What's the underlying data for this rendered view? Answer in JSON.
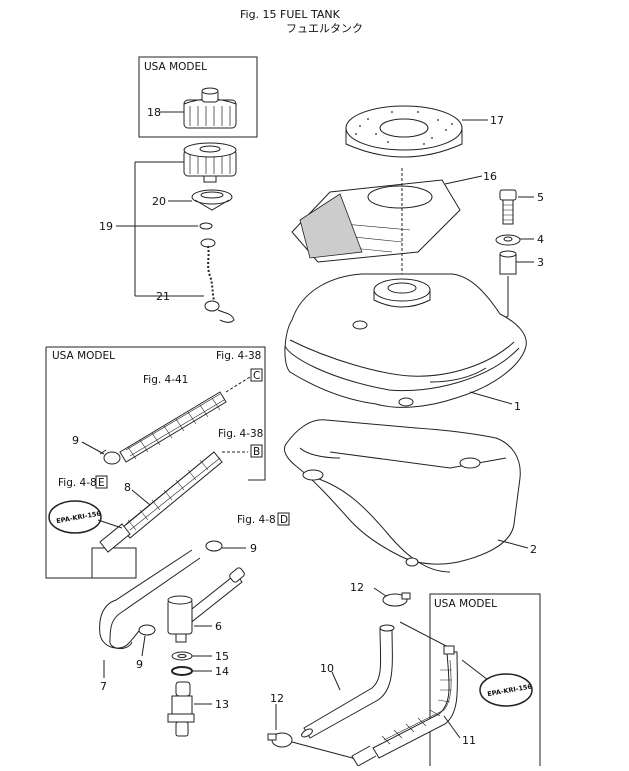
{
  "header": {
    "title": "Fig. 15 FUEL TANK",
    "subtitle": "フュエルタンク"
  },
  "panels": {
    "usa_cap": "USA MODEL",
    "usa_hose": "USA MODEL",
    "usa_line": "USA MODEL"
  },
  "part_numbers": {
    "p1": "1",
    "p2": "2",
    "p3": "3",
    "p4": "4",
    "p5": "5",
    "p6": "6",
    "p7": "7",
    "p8": "8",
    "p9a": "9",
    "p9b": "9",
    "p9c": "9",
    "p10": "10",
    "p11": "11",
    "p12a": "12",
    "p12b": "12",
    "p13": "13",
    "p14": "14",
    "p15": "15",
    "p16": "16",
    "p17": "17",
    "p18": "18",
    "p19": "19",
    "p20": "20",
    "p21": "21"
  },
  "fig_refs": {
    "ref_438_top": "Fig. 4-38",
    "ref_441": "Fig. 4-41",
    "ref_438_mid": "Fig. 4-38",
    "ref_48_left": "Fig. 4-8",
    "ref_48_right": "Fig. 4-8"
  },
  "ref_boxes": {
    "c": "C",
    "b": "B",
    "e": "E",
    "d": "D"
  },
  "epa_labels": {
    "left": "EPA-KRI-156",
    "right": "EPA-KRI-156"
  }
}
